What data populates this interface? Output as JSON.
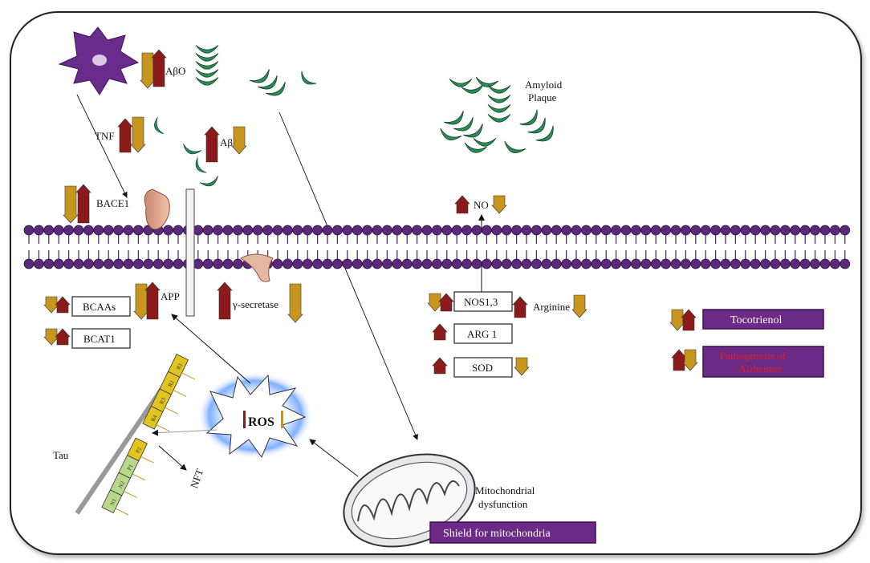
{
  "labels": {
    "abo": "AβO",
    "tnf": "TNF",
    "ab": "Aβ",
    "bace1": "BACE1",
    "app": "APP",
    "gamma_secretase": "γ-secretase",
    "bcaas": "BCAAs",
    "bcat1": "BCAT1",
    "amyloid": "Amyloid",
    "plaque": "Plaque",
    "no": "NO",
    "nos13": "NOS1,3",
    "arginine": "Arginine",
    "arg1": "ARG 1",
    "sod": "SOD",
    "ros": "ROS",
    "tau": "Tau",
    "nft": "NFT",
    "mito_line1": "Mitochondrial",
    "mito_line2": "dysfunction"
  },
  "legend": {
    "tocotrienol": "Tocotrienol",
    "pathogenesis_line1": "Pathogenesis of",
    "pathogenesis_line2": "Alzheimer"
  },
  "banner": {
    "shield": "Shield for mitochondria"
  },
  "tau_segments": [
    "R1",
    "R2",
    "R3",
    "R4",
    "P2",
    "P1",
    "N2",
    "N1"
  ],
  "colors": {
    "up_arrow": "#8b1a1a",
    "down_arrow": "#c8961e",
    "membrane": "#5a2a7a",
    "amyloid": "#2e8b57",
    "purple_box": "#6b2a86",
    "pathogenesis_text": "#e0202a"
  }
}
